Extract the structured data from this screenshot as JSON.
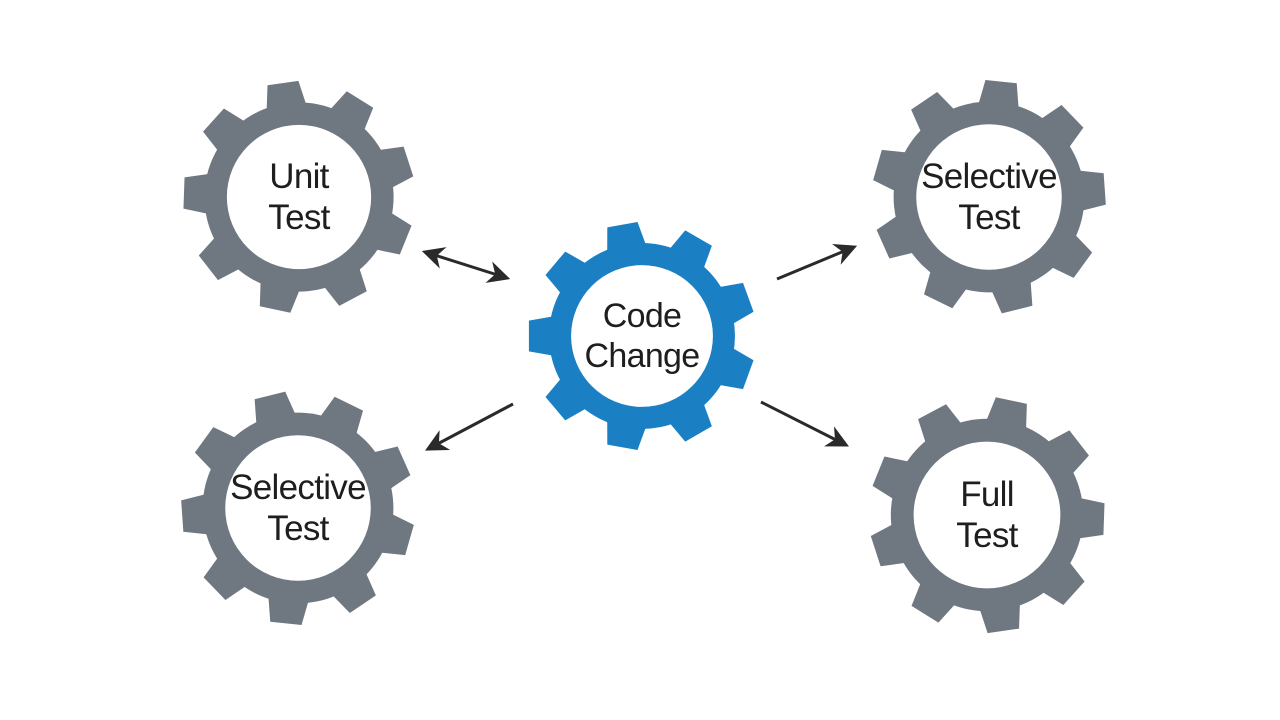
{
  "diagram": {
    "type": "hub-and-spoke-gear-diagram",
    "background": "#ffffff",
    "text_color": "#1e1e1e",
    "arrow_color": "#2a2a2a",
    "gear_gray": "#6f7781",
    "gear_blue": "#1b7fc4",
    "center": {
      "id": "code-change",
      "lines": [
        "Code",
        "Change"
      ],
      "color": "#1b7fc4"
    },
    "nodes": [
      {
        "id": "unit-test",
        "lines": [
          "Unit",
          "Test"
        ],
        "color": "#6f7781"
      },
      {
        "id": "selective-test-top",
        "lines": [
          "Selective",
          "Test"
        ],
        "color": "#6f7781"
      },
      {
        "id": "selective-test-bottom",
        "lines": [
          "Selective",
          "Test"
        ],
        "color": "#6f7781"
      },
      {
        "id": "full-test",
        "lines": [
          "Full",
          "Test"
        ],
        "color": "#6f7781"
      }
    ],
    "edges": [
      {
        "id": "edge-code-unit",
        "from": "code-change",
        "to": "unit-test",
        "bidirectional": true
      },
      {
        "id": "edge-code-selective-top",
        "from": "code-change",
        "to": "selective-test-top",
        "bidirectional": false
      },
      {
        "id": "edge-code-selective-bottom",
        "from": "code-change",
        "to": "selective-test-bottom",
        "bidirectional": false
      },
      {
        "id": "edge-code-full",
        "from": "code-change",
        "to": "full-test",
        "bidirectional": false
      }
    ]
  }
}
